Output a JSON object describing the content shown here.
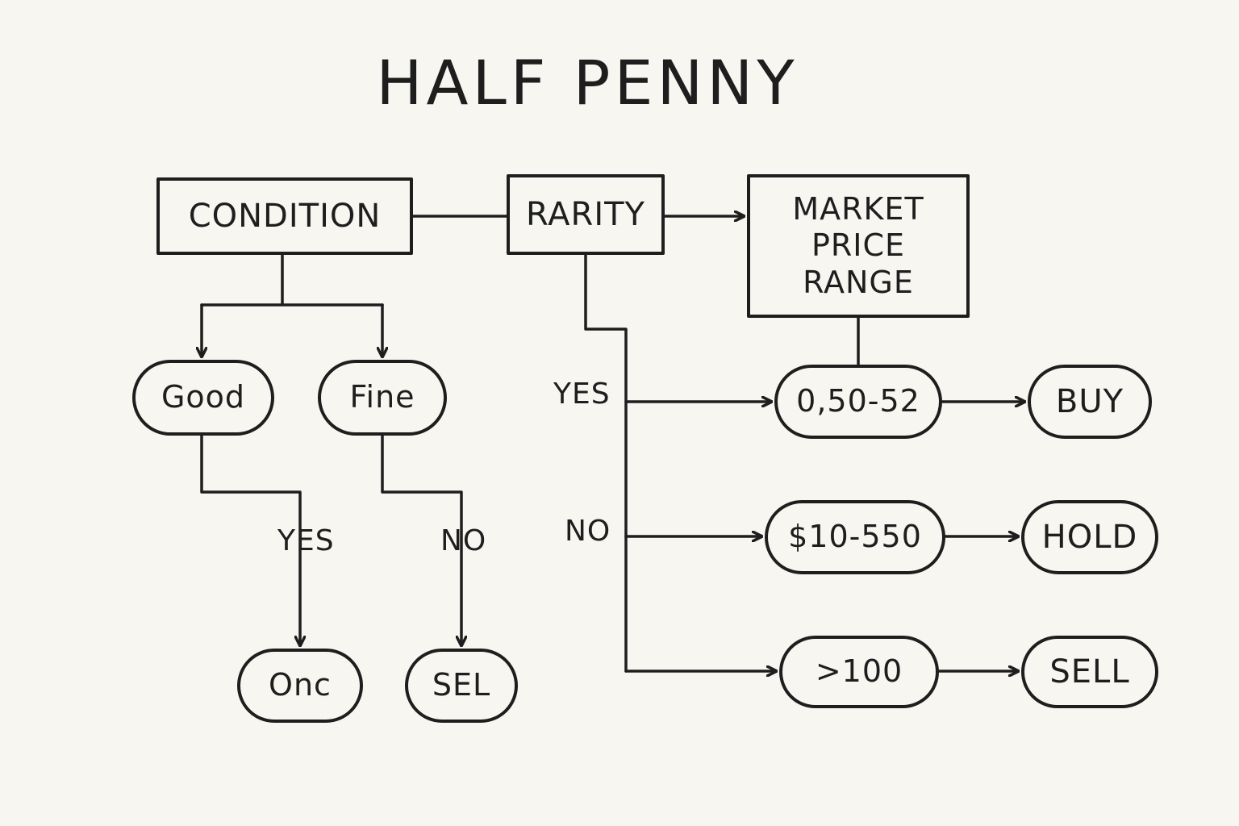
{
  "title": "HALF PENNY",
  "nodes": {
    "condition": "CONDITION",
    "rarity": "RARITY",
    "market": "MARKET\nPRICE\nRANGE",
    "good": "Good",
    "fine": "Fine",
    "onc": "Onc",
    "sel": "SEL",
    "range1": "0,50-52",
    "range2": "$10-550",
    "range3": ">100",
    "buy": "BUY",
    "hold": "HOLD",
    "sell": "SELL"
  },
  "edge_labels": {
    "left_yes": "YES",
    "left_no": "NO",
    "right_yes": "YES",
    "right_no": "NO"
  },
  "colors": {
    "ink": "#1e1e1e",
    "paper": "#f7f6f1"
  }
}
